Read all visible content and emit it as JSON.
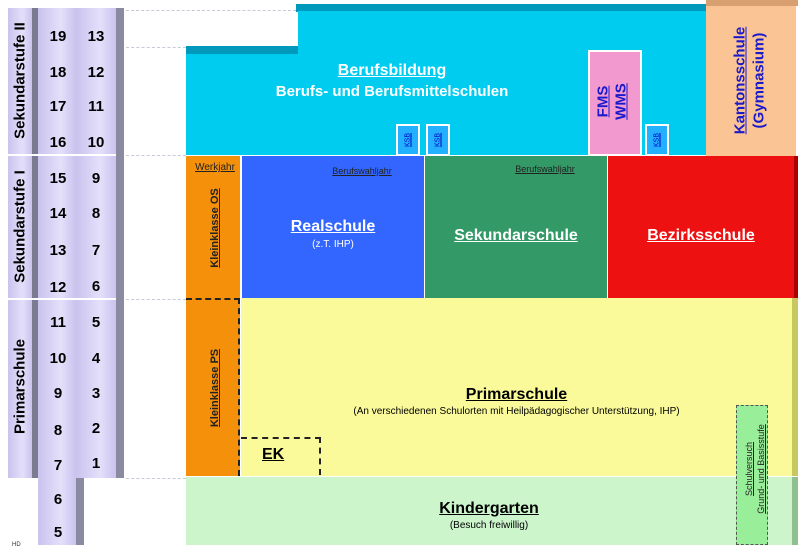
{
  "stages": {
    "sek2": "Sekundarstufe II",
    "sek1": "Sekundarstufe I",
    "primar": "Primarschule"
  },
  "ages": [
    "19",
    "18",
    "17",
    "16",
    "15",
    "14",
    "13",
    "12",
    "11",
    "10",
    "9",
    "8",
    "7",
    "6",
    "5"
  ],
  "grades": [
    "13",
    "12",
    "11",
    "10",
    "9",
    "8",
    "7",
    "6",
    "5",
    "4",
    "3",
    "2",
    "1"
  ],
  "berufsbildung": {
    "title": "Berufsbildung",
    "subtitle": "Berufs- und Berufsmittelschulen"
  },
  "ksb_label": "KSB",
  "fms_wms": {
    "line1": "FMS",
    "line2": "WMS"
  },
  "kantonsschule": {
    "line1": "Kantonsschule",
    "line2": "(Gymnasium)"
  },
  "werkjahr": "Werkjahr",
  "kleinklasse_os": "Kleinklasse OS",
  "kleinklasse_ps": "Kleinklasse PS",
  "realschule": {
    "top": "Berufswahljahr",
    "title": "Realschule",
    "sub": "(z.T. IHP)"
  },
  "sekundarschule": {
    "top": "Berufswahljahr",
    "title": "Sekundarschule"
  },
  "bezirksschule": {
    "title": "Bezirksschule"
  },
  "primarschule": {
    "title": "Primarschule",
    "sub": "(An verschiedenen Schulorten mit Heilpädagogischer Unterstützung, IHP)"
  },
  "ek": "EK",
  "schulversuch": {
    "line1": "Schulversuch",
    "line2": "Grund- und Basisstufe"
  },
  "kindergarten": {
    "title": "Kindergarten",
    "sub": "(Besuch freiwillig)"
  },
  "author_mark": "HD",
  "colors": {
    "berufsbildung": "#00ccf0",
    "fms": "#f29ad0",
    "kantonsschule": "#fac495",
    "werkjahr": "#f5900a",
    "realschule": "#3366ff",
    "sekundarschule": "#339966",
    "bezirksschule": "#ee1111",
    "primarschule": "#fafa9a",
    "kindergarten": "#ccf5cc",
    "schulversuch": "#99ee99"
  }
}
